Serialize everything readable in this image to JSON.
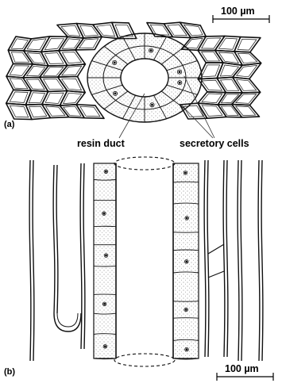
{
  "scale_bar_top": "100 µm",
  "scale_bar_bottom": "100 µm",
  "panel_a_label": "(a)",
  "panel_b_label": "(b)",
  "label_resin_duct": "resin duct",
  "label_secretory_cells": "secretory cells",
  "colors": {
    "ink": "#111111",
    "paper": "#ffffff",
    "stipple": "#6a6a6a"
  }
}
